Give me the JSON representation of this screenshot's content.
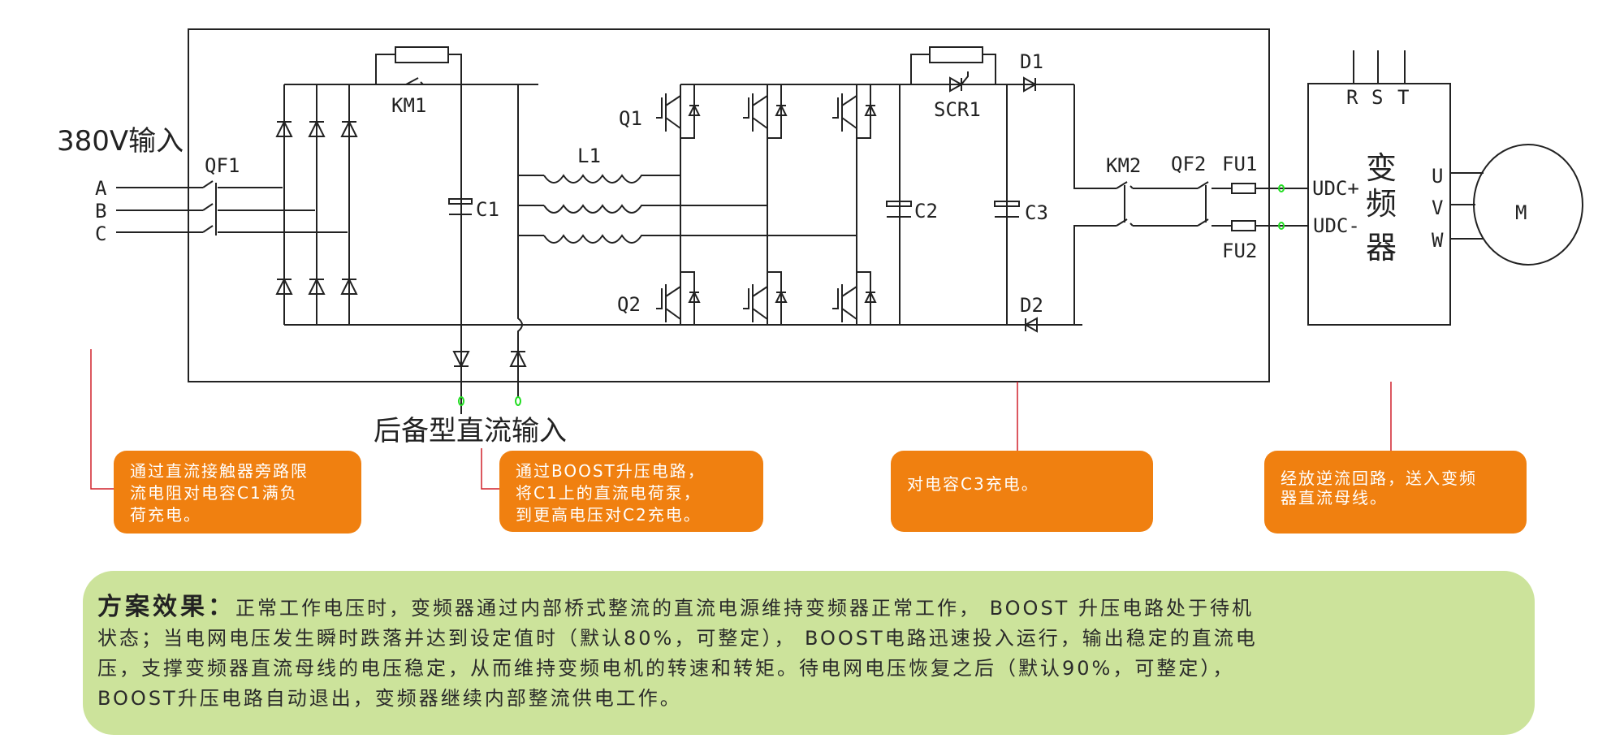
{
  "schematic": {
    "input_label": "380V输入",
    "phases": [
      "A",
      "B",
      "C"
    ],
    "components": {
      "qf1": "QF1",
      "km1": "KM1",
      "c1": "C1",
      "l1": "L1",
      "q1": "Q1",
      "q2": "Q2",
      "scr1": "SCR1",
      "d1": "D1",
      "d2": "D2",
      "c2": "C2",
      "c3": "C3",
      "km2": "KM2",
      "qf2": "QF2",
      "fu1": "FU1",
      "fu2": "FU2"
    },
    "backup_dc_label": "后备型直流输入",
    "converter": {
      "title_chars": [
        "变",
        "频",
        "器"
      ],
      "inputs": [
        "R",
        "S",
        "T"
      ],
      "dc_plus": "UDC+",
      "dc_minus": "UDC-",
      "outputs": [
        "U",
        "V",
        "W"
      ]
    },
    "motor_label": "M",
    "colors": {
      "wire": "#222222",
      "terminal": "#22dd22",
      "callout_line": "#d0202a"
    }
  },
  "callouts": [
    {
      "lines": [
        "通过直流接触器旁路限",
        "流电阻对电容C1满负",
        "荷充电。"
      ]
    },
    {
      "lines": [
        "通过BOOST升压电路，",
        "将C1上的直流电荷泵，",
        "到更高电压对C2充电。"
      ]
    },
    {
      "lines": [
        "对电容C3充电。"
      ]
    },
    {
      "lines": [
        "经放逆流回路，送入变频",
        "器直流母线。"
      ]
    }
  ],
  "summary": {
    "label": "方案效果：",
    "lines": [
      "正常工作电压时，变频器通过内部桥式整流的直流电源维持变频器正常工作， BOOST 升压电路处于待机",
      "状态；当电网电压发生瞬时跌落并达到设定值时（默认80%，可整定）， BOOST电路迅速投入运行，输出稳定的直流电",
      "压，支撑变频器直流母线的电压稳定，从而维持变频电机的转速和转矩。待电网电压恢复之后（默认90%，可整定），",
      "BOOST升压电路自动退出，变频器继续内部整流供电工作。"
    ]
  },
  "theme": {
    "callout_bg": "#f08010",
    "summary_bg": "#cce39b"
  }
}
